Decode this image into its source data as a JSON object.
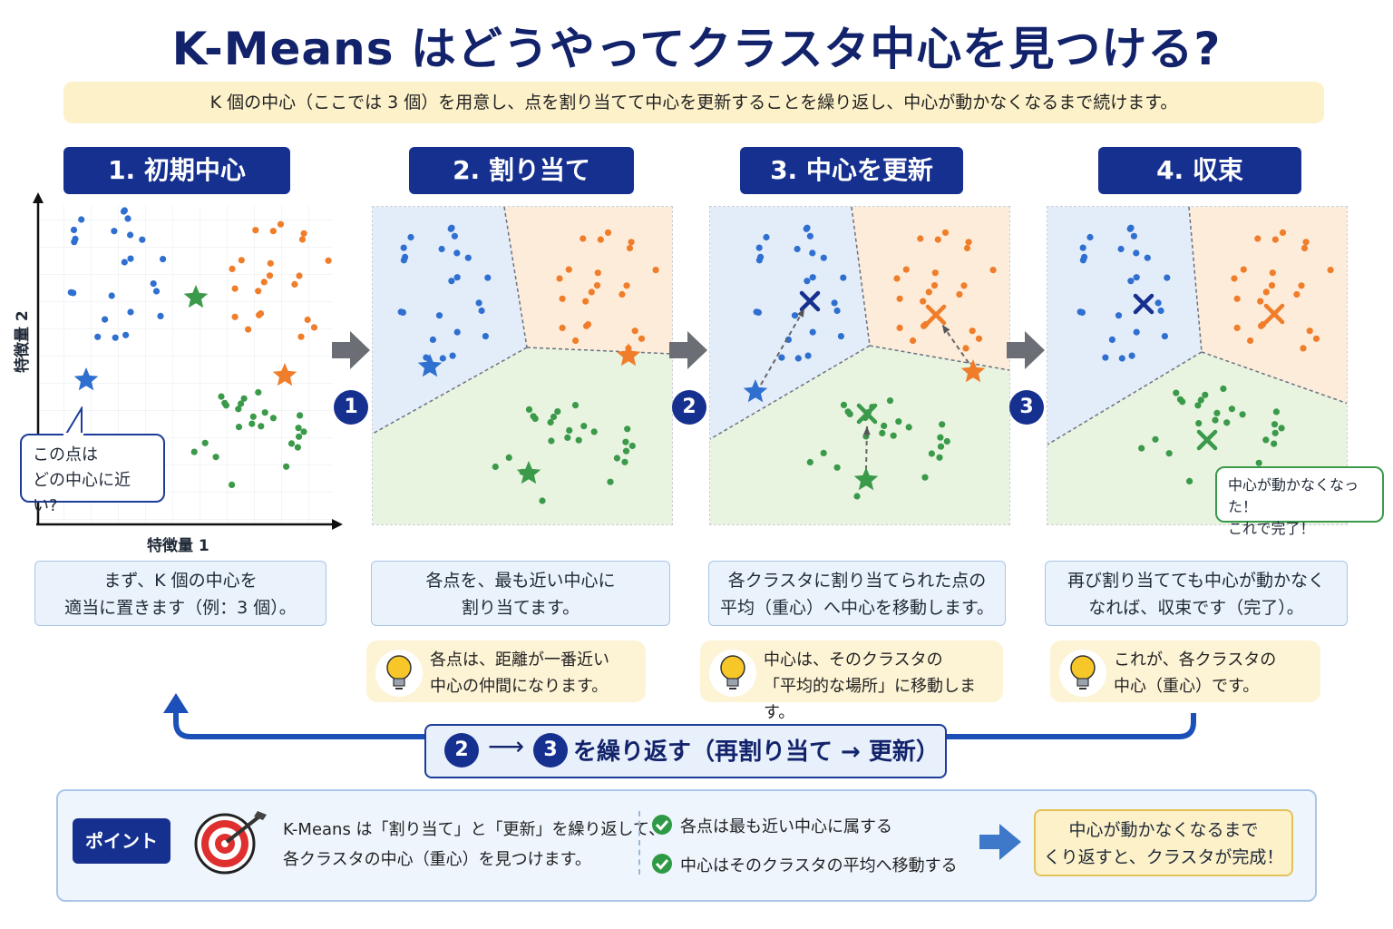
{
  "title": "K-Means はどうやってクラスタ中心を見つける?",
  "subtitle": "K 個の中心（ここでは 3 個）を用意し、点を割り当てて中心を更新することを繰り返し、中心が動かなくなるまで続けます。",
  "colors": {
    "blue": "#2f6fd0",
    "orange": "#f07d2a",
    "green": "#3a9a4a",
    "navy": "#16308f",
    "blue_region": "#e3edf9",
    "orange_region": "#fdecd9",
    "green_region": "#e8f3e0"
  },
  "steps": [
    {
      "num": "1",
      "header": "1. 初期中心",
      "desc_line1": "まず、K 個の中心を",
      "desc_line2": "適当に置きます（例：3 個）。"
    },
    {
      "num": "2",
      "header": "2. 割り当て",
      "desc_line1": "各点を、最も近い中心に",
      "desc_line2": "割り当てます。",
      "tip_line1": "各点は、距離が一番近い",
      "tip_line2": "中心の仲間になります。"
    },
    {
      "num": "3",
      "header": "3. 中心を更新",
      "desc_line1": "各クラスタに割り当てられた点の",
      "desc_line2": "平均（重心）へ中心を移動します。",
      "tip_line1": "中心は、そのクラスタの",
      "tip_line2": "「平均的な場所」に移動します。"
    },
    {
      "num": "4",
      "header": "4. 収束",
      "desc_line1": "再び割り当てても中心が動かなく",
      "desc_line2": "なれば、収束です（完了）。",
      "tip_line1": "これが、各クラスタの",
      "tip_line2": "中心（重心）です。"
    }
  ],
  "axes": {
    "ylabel": "特徴量 2",
    "xlabel": "特徴量 1"
  },
  "callout_line1": "この点は",
  "callout_line2": "どの中心に近い?",
  "done_line1": "中心が動かなくなった！",
  "done_line2": "これで完了！",
  "flow_numbers": [
    "1",
    "2",
    "3"
  ],
  "loop": {
    "from": "2",
    "to": "3",
    "text": "を繰り返す（再割り当て → 更新）",
    "arrow": "⟶"
  },
  "point": {
    "badge": "ポイント",
    "line1": "K-Means は「割り当て」と「更新」を繰り返して、",
    "line2": "各クラスタの中心（重心）を見つけます。",
    "check1": "各点は最も近い中心に属する",
    "check2": "中心はそのクラスタの平均へ移動する",
    "final_line1": "中心が動かなくなるまで",
    "final_line2": "くり返すと、クラスタが完成！"
  },
  "icons": [
    "target-icon",
    "check-icon",
    "bulb-icon",
    "star-icon",
    "cross-icon",
    "arrow-right-icon"
  ]
}
